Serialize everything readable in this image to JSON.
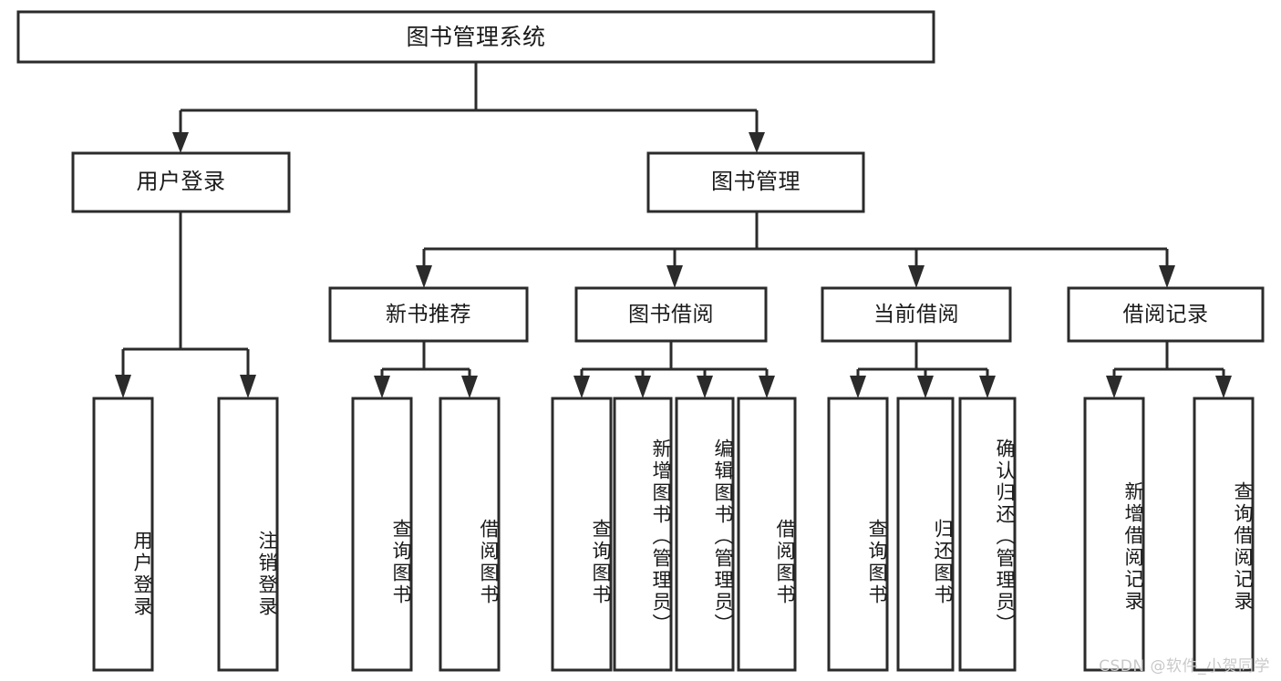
{
  "diagram": {
    "title": "图书管理系统",
    "type": "tree-hierarchy",
    "watermark": "CSDN @软件_小贺同学",
    "root": {
      "label": "图书管理系统"
    },
    "level2": [
      {
        "label": "用户登录"
      },
      {
        "label": "图书管理"
      }
    ],
    "level3": [
      {
        "label": "新书推荐"
      },
      {
        "label": "图书借阅"
      },
      {
        "label": "当前借阅"
      },
      {
        "label": "借阅记录"
      }
    ],
    "leaves": {
      "user_login": [
        {
          "label": "用户登录"
        },
        {
          "label": "注销登录"
        }
      ],
      "new_book_recommend": [
        {
          "label": "查询图书"
        },
        {
          "label": "借阅图书"
        }
      ],
      "book_borrow": [
        {
          "label": "查询图书"
        },
        {
          "label": "新增图书（管理员）"
        },
        {
          "label": "编辑图书（管理员）"
        },
        {
          "label": "借阅图书"
        }
      ],
      "current_borrow": [
        {
          "label": "查询图书"
        },
        {
          "label": "归还图书"
        },
        {
          "label": "确认归还（管理员）"
        }
      ],
      "borrow_record": [
        {
          "label": "新增借阅记录"
        },
        {
          "label": "查询借阅记录"
        }
      ]
    },
    "colors": {
      "stroke": "#2b2b2b",
      "fill": "#ffffff",
      "text": "#1a1a1a",
      "watermark": "#c9c9c9"
    }
  }
}
